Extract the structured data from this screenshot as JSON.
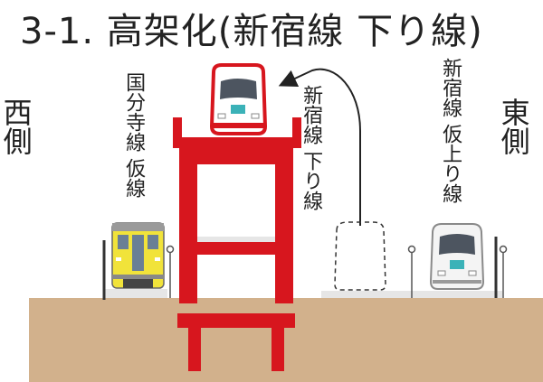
{
  "title": "3-1.  高架化(新宿線 下り線)",
  "side_labels": {
    "west": "西側",
    "east": "東側"
  },
  "line_labels": {
    "kokubunji": "国分寺線 仮線",
    "shinjuku_down": "新宿線 下り線",
    "shinjuku_up": "新宿線 仮上り線"
  },
  "colors": {
    "structure": "#d7161e",
    "ground": "#d2b18c",
    "train_yellow": "#f1e33a",
    "train_red": "#d7161e",
    "text": "#222222"
  }
}
